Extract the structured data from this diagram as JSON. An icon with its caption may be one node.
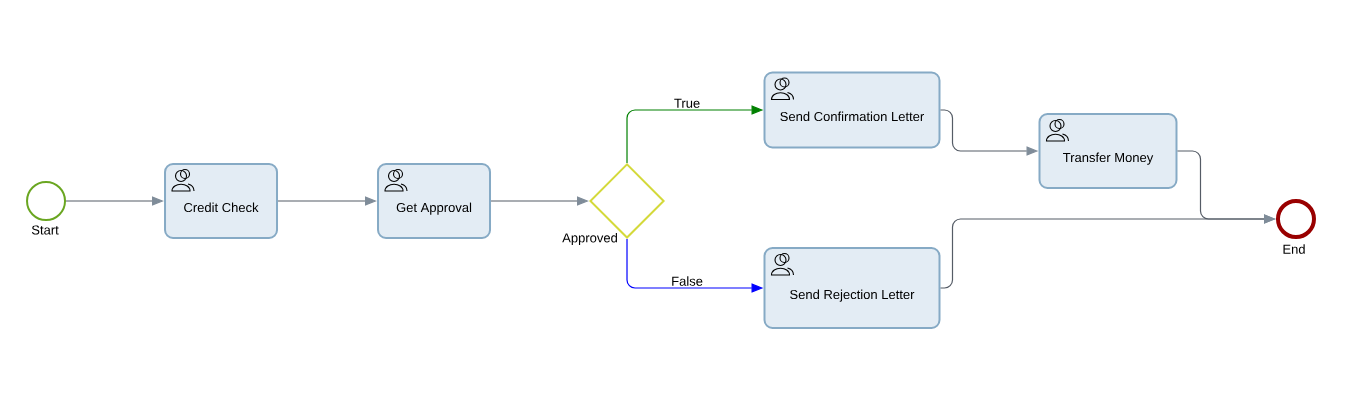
{
  "diagram": {
    "nodes": [
      {
        "text": [
          "Start"
        ]
      },
      {
        "text": [
          "Credit Check"
        ]
      },
      {
        "text": [
          "Get Approval"
        ]
      },
      {
        "text": [
          "Approved"
        ]
      },
      {
        "text": [
          "Send Confirmation Letter"
        ]
      },
      {
        "text": [
          "Send Rejection Letter"
        ]
      },
      {
        "text": [
          "Transfer Money"
        ]
      },
      {
        "text": [
          "End"
        ]
      }
    ],
    "edges": [
      {
        "from": 0,
        "to": 1,
        "arrow": "to"
      },
      {
        "from": 1,
        "to": 2,
        "arrow": "to"
      },
      {
        "from": 2,
        "to": 3,
        "arrow": "to"
      },
      {
        "from": 3,
        "to": 4,
        "arrow": "to",
        "label": "True",
        "color": "#008000"
      },
      {
        "from": 3,
        "to": 5,
        "arrow": "to",
        "label": "False",
        "color": "#0000ff"
      },
      {
        "from": 4,
        "to": 6,
        "arrow": "to"
      },
      {
        "from": 6,
        "to": 7,
        "arrow": "to"
      },
      {
        "from": 5,
        "to": 7,
        "arrow": "to"
      }
    ]
  }
}
